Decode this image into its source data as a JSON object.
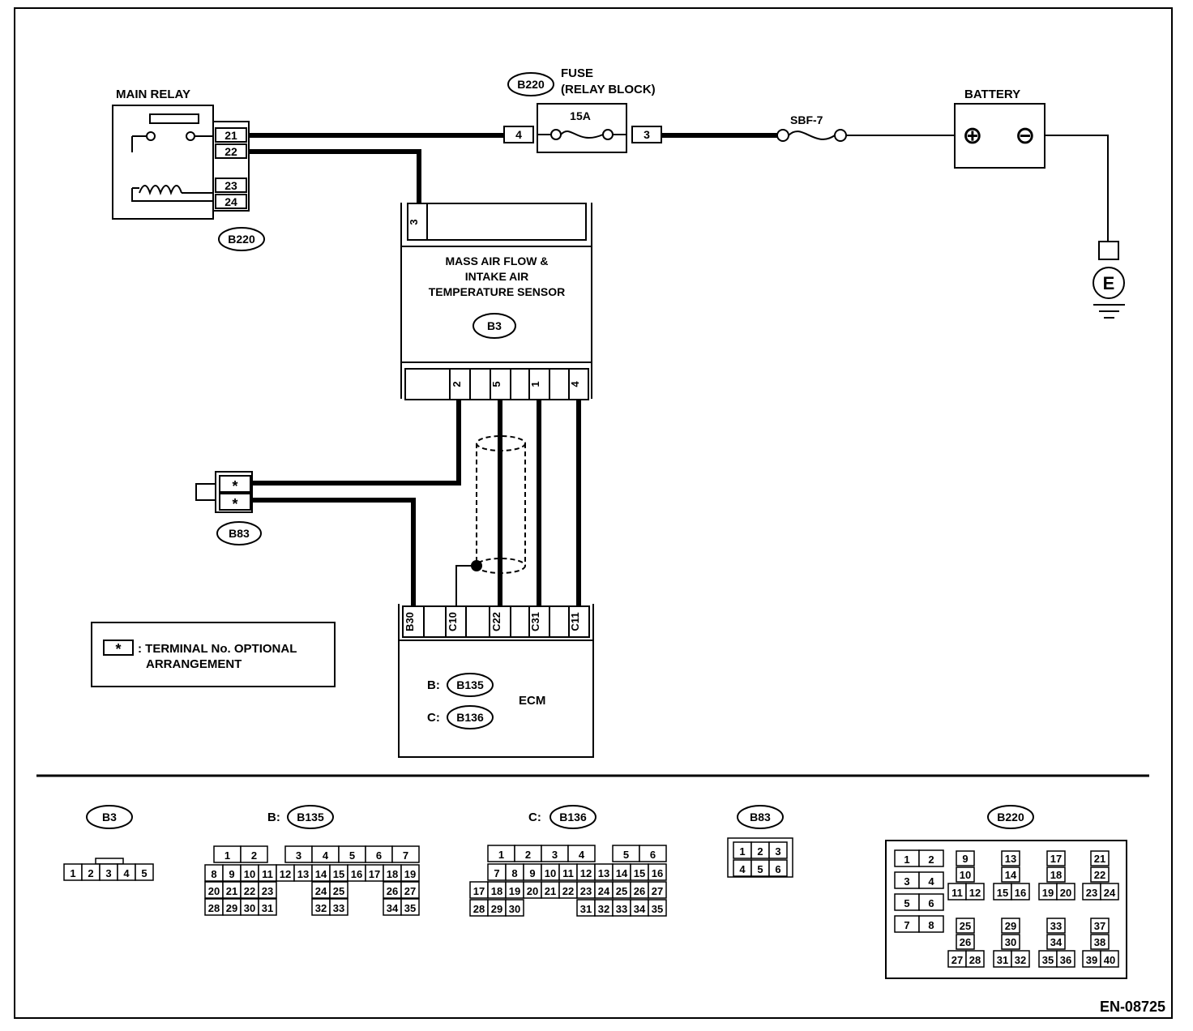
{
  "main_relay": {
    "title": "MAIN RELAY",
    "pins": [
      "21",
      "22",
      "23",
      "24"
    ],
    "connector": "B220"
  },
  "fuse": {
    "title": "FUSE",
    "subtitle": "(RELAY BLOCK)",
    "rating": "15A",
    "connector": "B220",
    "left_pin": "4",
    "right_pin": "3"
  },
  "sbf": {
    "label": "SBF-7"
  },
  "battery": {
    "title": "BATTERY",
    "plus": "⊕",
    "minus": "⊖"
  },
  "ground": {
    "label": "E"
  },
  "maf": {
    "title_lines": [
      "MASS AIR FLOW &",
      "INTAKE AIR",
      "TEMPERATURE SENSOR"
    ],
    "connector": "B3",
    "top_pin": "3",
    "bottom_pins": [
      "2",
      "5",
      "1",
      "4"
    ]
  },
  "b83": {
    "connector": "B83",
    "pins": [
      "*",
      "*"
    ]
  },
  "ecm": {
    "title": "ECM",
    "pins": [
      "B30",
      "C10",
      "C22",
      "C31",
      "C11"
    ],
    "b_prefix": "B:",
    "b_connector": "B135",
    "c_prefix": "C:",
    "c_connector": "C136_label",
    "c_connector_text": "B136"
  },
  "legend": {
    "symbol": "*",
    "line1": ": TERMINAL No. OPTIONAL",
    "line2": "ARRANGEMENT"
  },
  "connectors": {
    "b3": {
      "label": "B3",
      "pins": [
        "1",
        "2",
        "3",
        "4",
        "5"
      ]
    },
    "b135": {
      "prefix": "B:",
      "label": "B135",
      "row1": [
        "1",
        "2",
        "3",
        "4",
        "5",
        "6",
        "7"
      ],
      "row2": [
        "8",
        "9",
        "10",
        "11",
        "12",
        "13",
        "14",
        "15",
        "16",
        "17",
        "18",
        "19"
      ],
      "row3a": [
        "20",
        "21",
        "22",
        "23"
      ],
      "row3b": [
        "24",
        "25"
      ],
      "row3c": [
        "26",
        "27"
      ],
      "row4a": [
        "28",
        "29",
        "30",
        "31"
      ],
      "row4b": [
        "32",
        "33"
      ],
      "row4c": [
        "34",
        "35"
      ]
    },
    "b136": {
      "prefix": "C:",
      "label": "B136",
      "row1a": [
        "1",
        "2",
        "3",
        "4"
      ],
      "row1b": [
        "5",
        "6"
      ],
      "row2": [
        "7",
        "8",
        "9",
        "10",
        "11",
        "12",
        "13",
        "14",
        "15",
        "16"
      ],
      "row3": [
        "17",
        "18",
        "19",
        "20",
        "21",
        "22",
        "23",
        "24",
        "25",
        "26",
        "27"
      ],
      "row4a": [
        "28",
        "29",
        "30"
      ],
      "row4b": [
        "31",
        "32",
        "33",
        "34",
        "35"
      ]
    },
    "b83": {
      "label": "B83",
      "row1": [
        "1",
        "2",
        "3"
      ],
      "row2": [
        "4",
        "5",
        "6"
      ]
    },
    "b220": {
      "label": "B220",
      "left": [
        "1",
        "2",
        "3",
        "4",
        "5",
        "6",
        "7",
        "8"
      ],
      "groups_top": [
        [
          "9",
          "10",
          "11",
          "12"
        ],
        [
          "13",
          "14",
          "15",
          "16"
        ],
        [
          "17",
          "18",
          "19",
          "20"
        ],
        [
          "21",
          "22",
          "23",
          "24"
        ]
      ],
      "groups_bottom": [
        [
          "25",
          "26",
          "27",
          "28"
        ],
        [
          "29",
          "30",
          "31",
          "32"
        ],
        [
          "33",
          "34",
          "35",
          "36"
        ],
        [
          "37",
          "38",
          "39",
          "40"
        ]
      ]
    }
  },
  "figure_code": "EN-08725"
}
